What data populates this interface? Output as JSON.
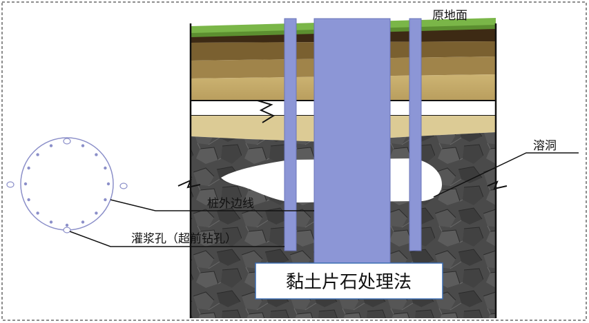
{
  "labels": {
    "ground_surface": "原地面",
    "karst_cave": "溶洞",
    "pile_outline": "桩外边线",
    "grout_hole": "灌浆孔（超前钻孔）"
  },
  "title": "黏土片石处理法",
  "colors": {
    "grass": "#7ab648",
    "dark_soil": "#3d2a14",
    "brown_soil": "#7a6030",
    "tan_soil": "#c2a968",
    "light_soil": "#dccb95",
    "rock": "#4c4c4c",
    "pile": "#8c96d6",
    "dots": "#8b8fc9",
    "title_border": "#3b6db2"
  }
}
